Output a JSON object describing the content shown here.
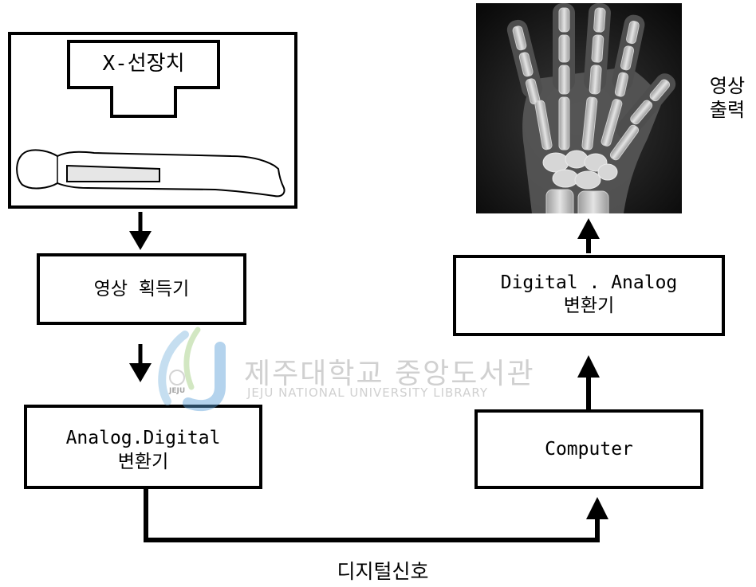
{
  "xray_device": {
    "label": "X-선장치"
  },
  "image_acquirer": {
    "label": "영상 획득기"
  },
  "ad_converter": {
    "line1": "Analog.Digital",
    "line2": "변환기"
  },
  "computer": {
    "label": "Computer"
  },
  "da_converter": {
    "line1": "Digital . Analog",
    "line2": "변환기"
  },
  "image_output": {
    "line1": "영상",
    "line2": "출력"
  },
  "digital_signal": {
    "label": "디지털신호"
  },
  "watermark": {
    "title": "제주대학교 중앙도서관",
    "subtitle": "JEJU NATIONAL UNIVERSITY LIBRARY",
    "logo_text": "JEJU"
  }
}
